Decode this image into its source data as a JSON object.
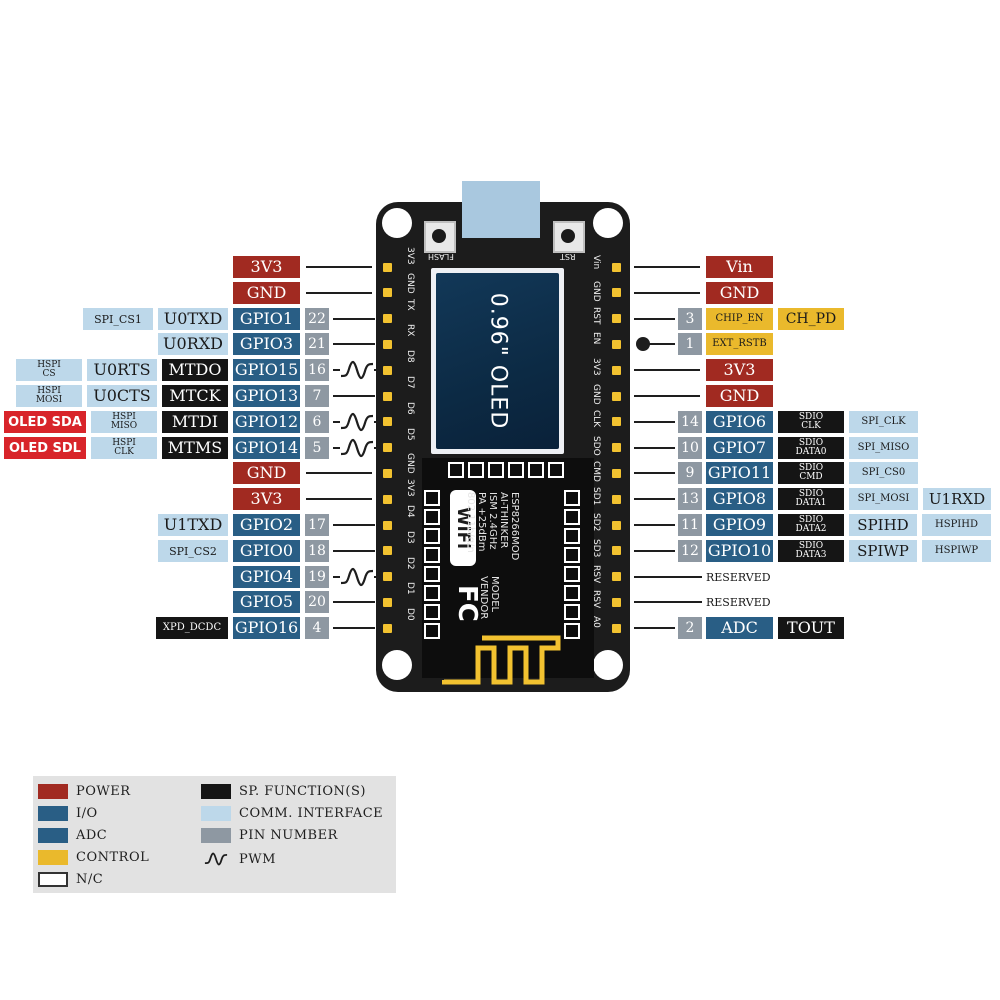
{
  "colors": {
    "power": "#a12a21",
    "io": "#295e85",
    "adc": "#295e85",
    "control": "#eab92c",
    "special": "#151515",
    "comm": "#bdd8ea",
    "pin_number": "#8e98a2",
    "oled_red": "#d8242a",
    "board": "#1c1c1c",
    "header_pin": "#f2c230",
    "usb": "#a9c8df",
    "white": "#ffffff"
  },
  "left_pins": [
    {
      "pin": "3V3",
      "label": "3V3",
      "type": "power"
    },
    {
      "pin": "GND",
      "label": "GND",
      "type": "power"
    },
    {
      "pin": "TX",
      "label": "GPIO1",
      "number": "22",
      "extras": [
        {
          "text": "U0TXD",
          "type": "comm"
        },
        {
          "text": "SPI_CS1",
          "type": "comm",
          "small": true
        }
      ]
    },
    {
      "pin": "RX",
      "label": "GPIO3",
      "number": "21",
      "extras": [
        {
          "text": "U0RXD",
          "type": "comm"
        }
      ]
    },
    {
      "pin": "D8",
      "label": "GPIO15",
      "number": "16",
      "pwm": true,
      "extras": [
        {
          "text": "MTDO",
          "type": "special"
        },
        {
          "text": "U0RTS",
          "type": "comm"
        },
        {
          "lines": [
            "HSPI",
            "CS"
          ],
          "type": "comm",
          "small": true
        }
      ]
    },
    {
      "pin": "D7",
      "label": "GPIO13",
      "number": "7",
      "extras": [
        {
          "text": "MTCK",
          "type": "special"
        },
        {
          "text": "U0CTS",
          "type": "comm"
        },
        {
          "lines": [
            "HSPI",
            "MOSI"
          ],
          "type": "comm",
          "small": true
        }
      ]
    },
    {
      "pin": "D6",
      "label": "GPIO12",
      "number": "6",
      "pwm": true,
      "extras": [
        {
          "text": "MTDI",
          "type": "special"
        },
        {
          "lines": [
            "HSPI",
            "MISO"
          ],
          "type": "comm",
          "small": true
        },
        {
          "text": "OLED SDA",
          "type": "oled"
        }
      ]
    },
    {
      "pin": "D5",
      "label": "GPIO14",
      "number": "5",
      "pwm": true,
      "extras": [
        {
          "text": "MTMS",
          "type": "special"
        },
        {
          "lines": [
            "HSPI",
            "CLK"
          ],
          "type": "comm",
          "small": true
        },
        {
          "text": "OLED SDL",
          "type": "oled"
        }
      ]
    },
    {
      "pin": "GND",
      "label": "GND",
      "type": "power"
    },
    {
      "pin": "3V3",
      "label": "3V3",
      "type": "power"
    },
    {
      "pin": "D4",
      "label": "GPIO2",
      "number": "17",
      "extras": [
        {
          "text": "U1TXD",
          "type": "comm"
        }
      ]
    },
    {
      "pin": "D3",
      "label": "GPIO0",
      "number": "18",
      "extras": [
        {
          "text": "SPI_CS2",
          "type": "comm",
          "small": true
        }
      ]
    },
    {
      "pin": "D2",
      "label": "GPIO4",
      "number": "19",
      "pwm": true,
      "extras": []
    },
    {
      "pin": "D1",
      "label": "GPIO5",
      "number": "20",
      "extras": []
    },
    {
      "pin": "D0",
      "label": "GPIO16",
      "number": "4",
      "extras": [
        {
          "text": "XPD_DCDC",
          "type": "special",
          "small": true
        }
      ]
    }
  ],
  "right_pins": [
    {
      "pin": "Vin",
      "label": "Vin",
      "type": "power"
    },
    {
      "pin": "GND",
      "label": "GND",
      "type": "power"
    },
    {
      "pin": "RST",
      "number": "3",
      "label": "CHIP_EN",
      "type": "control",
      "small": true,
      "extras": [
        {
          "text": "CH_PD",
          "type": "control"
        }
      ]
    },
    {
      "pin": "EN",
      "number": "1",
      "label": "EXT_RSTB",
      "type": "control",
      "small": true,
      "dot": true
    },
    {
      "pin": "3V3",
      "label": "3V3",
      "type": "power"
    },
    {
      "pin": "GND",
      "label": "GND",
      "type": "power"
    },
    {
      "pin": "CLK",
      "label": "GPIO6",
      "number": "14",
      "extras": [
        {
          "lines": [
            "SDIO",
            "CLK"
          ],
          "type": "special",
          "small": true
        },
        {
          "text": "SPI_CLK",
          "type": "comm",
          "small": true
        }
      ]
    },
    {
      "pin": "SDO",
      "label": "GPIO7",
      "number": "10",
      "extras": [
        {
          "lines": [
            "SDIO",
            "DATA0"
          ],
          "type": "special",
          "small": true
        },
        {
          "text": "SPI_MISO",
          "type": "comm",
          "small": true
        }
      ]
    },
    {
      "pin": "CMD",
      "label": "GPIO11",
      "number": "9",
      "extras": [
        {
          "lines": [
            "SDIO",
            "CMD"
          ],
          "type": "special",
          "small": true
        },
        {
          "text": "SPI_CS0",
          "type": "comm",
          "small": true
        }
      ]
    },
    {
      "pin": "SD1",
      "label": "GPIO8",
      "number": "13",
      "extras": [
        {
          "lines": [
            "SDIO",
            "DATA1"
          ],
          "type": "special",
          "small": true
        },
        {
          "text": "SPI_MOSI",
          "type": "comm",
          "small": true
        },
        {
          "text": "U1RXD",
          "type": "comm"
        }
      ]
    },
    {
      "pin": "SD2",
      "label": "GPIO9",
      "number": "11",
      "extras": [
        {
          "lines": [
            "SDIO",
            "DATA2"
          ],
          "type": "special",
          "small": true
        },
        {
          "text": "SPIHD",
          "type": "comm"
        },
        {
          "text": "HSPIHD",
          "type": "comm",
          "small": true
        }
      ]
    },
    {
      "pin": "SD3",
      "label": "GPIO10",
      "number": "12",
      "extras": [
        {
          "lines": [
            "SDIO",
            "DATA3"
          ],
          "type": "special",
          "small": true
        },
        {
          "text": "SPIWP",
          "type": "comm"
        },
        {
          "text": "HSPIWP",
          "type": "comm",
          "small": true
        }
      ]
    },
    {
      "pin": "RSV",
      "reserved": "RESERVED"
    },
    {
      "pin": "RSV",
      "reserved": "RESERVED"
    },
    {
      "pin": "A0",
      "label": "ADC",
      "number": "2",
      "type": "adc",
      "extras": [
        {
          "text": "TOUT",
          "type": "special"
        }
      ]
    }
  ],
  "board": {
    "flash_label": "FLASH",
    "rst_label": "RST",
    "oled_text": "0.96\" OLED",
    "wifi_text": "WiFi",
    "module_text": [
      "ESP8266MOD",
      "AI-THINKER",
      "ISM 2.4GHz",
      "PA +25dBm",
      "802.11b/g/n"
    ],
    "model_text": [
      "MODEL",
      "VENDOR"
    ],
    "fc_text": "FC"
  },
  "legend": {
    "items": [
      {
        "swatch": "power",
        "text": "POWER"
      },
      {
        "swatch": "io",
        "text": "I/O"
      },
      {
        "swatch": "adc",
        "text": "ADC"
      },
      {
        "swatch": "control",
        "text": "CONTROL"
      },
      {
        "swatch": "nc",
        "text": "N/C"
      },
      {
        "swatch": "special",
        "text": "SP. FUNCTION(S)"
      },
      {
        "swatch": "comm",
        "text": "COMM. INTERFACE"
      },
      {
        "swatch": "pin_number",
        "text": "PIN NUMBER"
      },
      {
        "swatch": "pwm",
        "text": "PWM"
      }
    ]
  }
}
